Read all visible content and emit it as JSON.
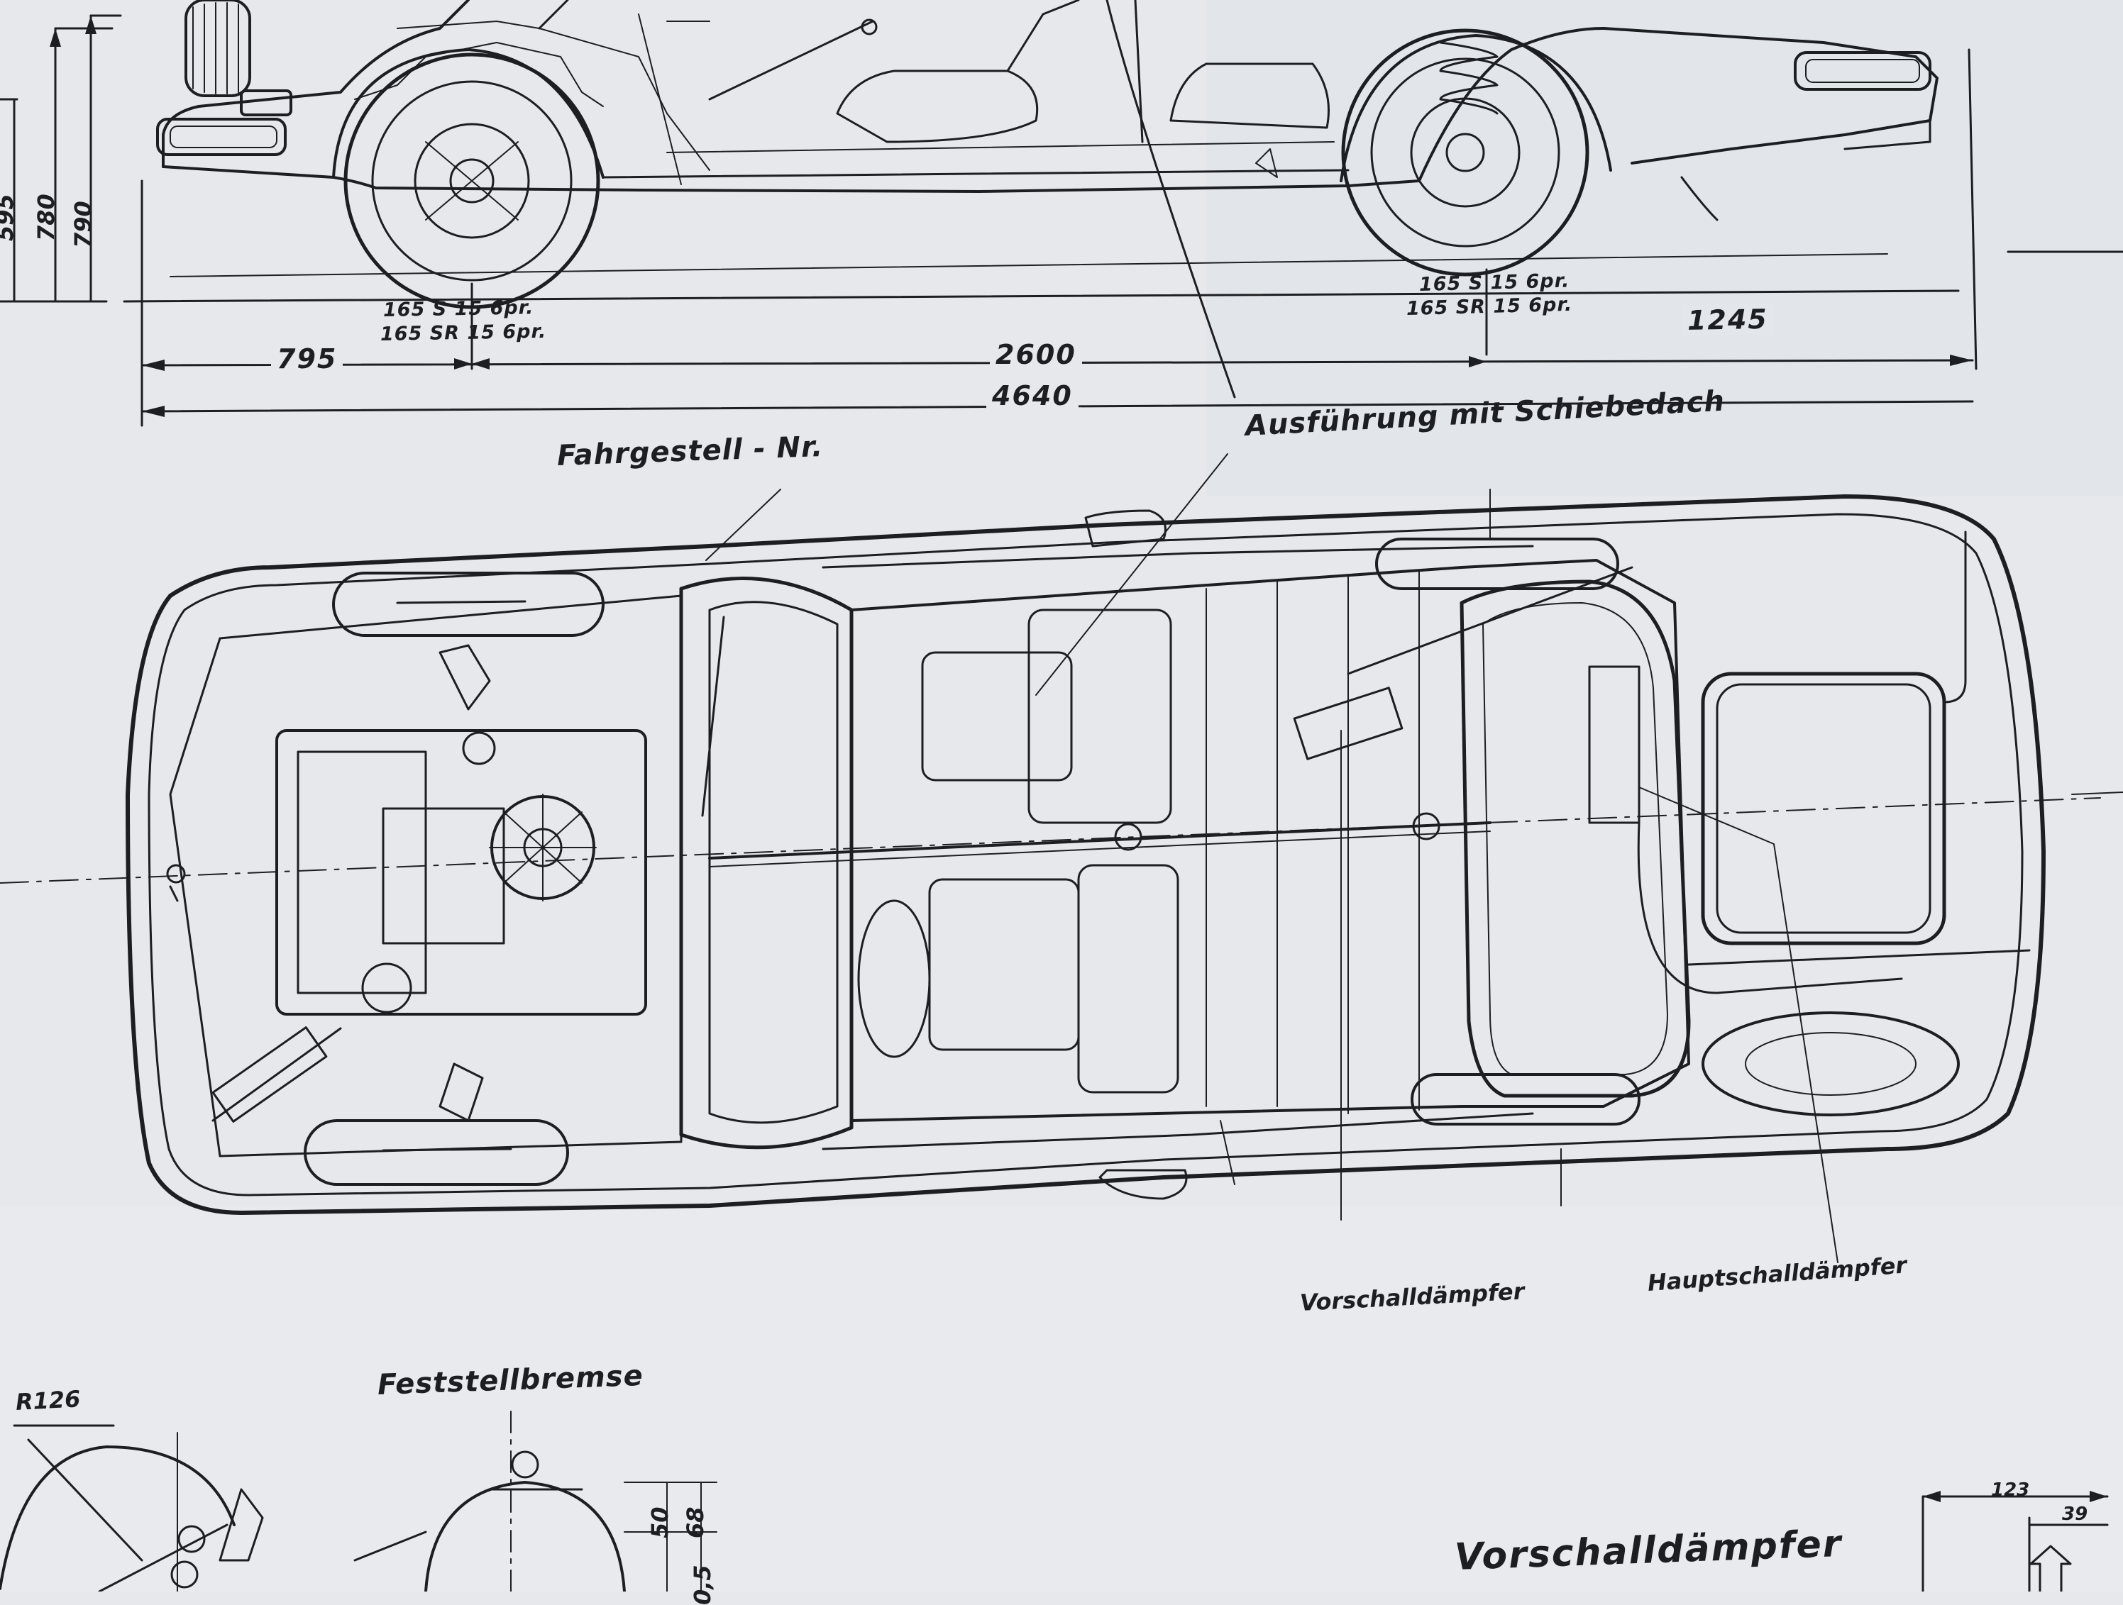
{
  "diagram": {
    "side_view": {
      "height_dims": [
        "595",
        "780",
        "790"
      ],
      "front_tyre": [
        "165 S 15  6pr.",
        "165 SR 15  6pr."
      ],
      "rear_tyre": [
        "165 S 15  6pr.",
        "165 SR 15  6pr."
      ],
      "front_overhang": "795",
      "wheelbase": "2600",
      "rear_overhang": "1245",
      "overall_length": "4640"
    },
    "labels": {
      "chassis_no": "Fahrgestell - Nr.",
      "sunroof_version": "Ausführung mit Schiebedach",
      "pre_silencer": "Vorschalldämpfer",
      "main_silencer": "Hauptschalldämpfer",
      "parking_brake": "Feststellbremse",
      "radius": "R126",
      "pre_silencer_detail": "Vorschalldämpfer"
    },
    "detail_dims": {
      "brake_a": "50",
      "brake_b": "68",
      "brake_c": "0,5",
      "silencer_w": "123",
      "silencer_s": "39"
    }
  },
  "colors": {
    "paper": "#e6e8ec",
    "ink": "#1c1e22"
  }
}
